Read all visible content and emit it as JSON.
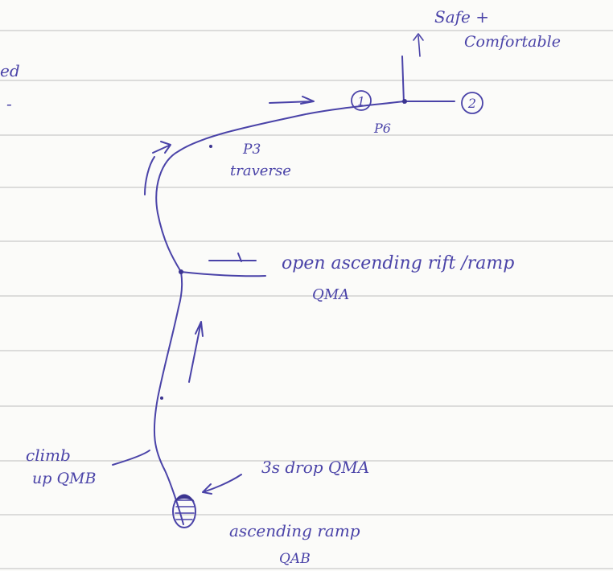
{
  "labels": {
    "top_right_line1": "Safe +",
    "top_right_line2": "Comfortable",
    "circle_1": "1",
    "circle_2": "2",
    "p6": "P6",
    "p3": "P3",
    "traverse": "traverse",
    "open_rift_line1": "open ascending rift /ramp",
    "open_rift_line2": "QMA",
    "climb_line1": "climb",
    "climb_line2": "up QMB",
    "drop": "3s drop QMA",
    "ascending_ramp_line1": "ascending ramp",
    "ascending_ramp_line2": "QAB",
    "left_edge_1": "ed",
    "left_edge_2": "-"
  },
  "colors": {
    "ink": "#4a43a8",
    "paper": "#fbfbf9",
    "rule": "#c9c9c9"
  }
}
